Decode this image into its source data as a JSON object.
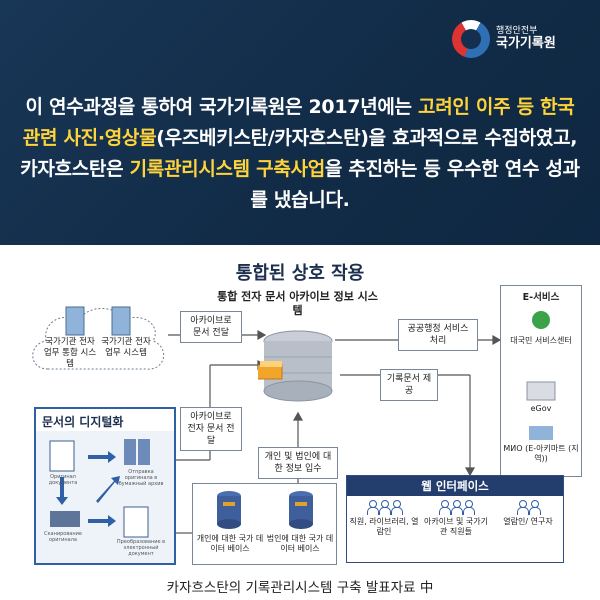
{
  "header": {
    "org_small": "행정안전부",
    "org_name": "국가기록원"
  },
  "intro": {
    "seg1": "이 연수과정을 통하여 국가기록원은 2017년에는 ",
    "seg2": "고려인 이주 등 한국 관련 사진·영상물",
    "seg3": "(우즈베키스탄/카자흐스탄)을 효과적으로 수집하였고, 카자흐스탄은 ",
    "seg4": "기록관리시스템 구축사업",
    "seg5": "을 추진하는 등 우수한 연수 성과를 냈습니다."
  },
  "diagram": {
    "title": "통합된 상호 작용",
    "center_title": "통합 전자 문서 아카이브 정보 시스템",
    "cloud": {
      "left_label": "국가기관 전자업무 통합 시스템",
      "right_label": "국가기관 전자 업무 시스템"
    },
    "archive_transfer": "아카이브로 문서 전달",
    "archive_transfer2": "아카이브로 전자 문서 전달",
    "digitization": {
      "title": "문서의 디지털화",
      "items": [
        "Оригинал документа",
        "Отправка оригинала в бумажный архив",
        "Сканирование оригинала",
        "Преобразование в электронный документ"
      ]
    },
    "public_service": "공공행정 서비스 처리",
    "records_provide": "기록문서 제공",
    "info_receive": "개인 및 법인에 대한 정보 입수",
    "eservice": {
      "title": "E-서비스",
      "items": [
        "대국민 서비스센터",
        "eGov",
        "MИO (E-아키마트 (지역))"
      ]
    },
    "web": {
      "title": "웹 인터페이스",
      "cols": [
        "직원, 라이브러리, 열람인",
        "아카이브 및 국가기관 직원들",
        "열람인/ 연구자"
      ]
    },
    "db": {
      "left": "개인에 대한 국가 데이터 베이스",
      "right": "법인에 대한 국가 데이터 베이스"
    },
    "caption": "카자흐스탄의 기록관리시스템 구축 발표자료 中"
  }
}
